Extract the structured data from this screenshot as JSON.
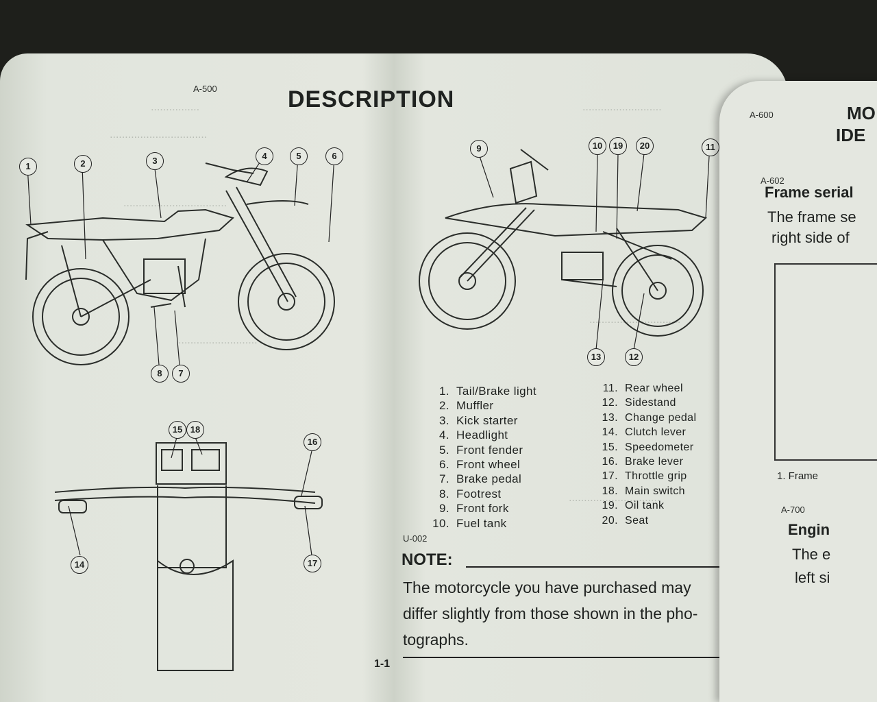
{
  "page": {
    "section_code": "A-500",
    "title": "DESCRIPTION",
    "page_number": "1-1"
  },
  "figure_left": {
    "callouts": [
      "1",
      "2",
      "3",
      "4",
      "5",
      "6",
      "7",
      "8"
    ]
  },
  "figure_right": {
    "callouts": [
      "9",
      "10",
      "19",
      "20",
      "11",
      "12",
      "13"
    ]
  },
  "figure_bottom": {
    "callouts": [
      "15",
      "18",
      "16",
      "14",
      "17"
    ]
  },
  "legend": {
    "col1": [
      {
        "num": "1.",
        "label": "Tail/Brake light"
      },
      {
        "num": "2.",
        "label": "Muffler"
      },
      {
        "num": "3.",
        "label": "Kick starter"
      },
      {
        "num": "4.",
        "label": "Headlight"
      },
      {
        "num": "5.",
        "label": "Front fender"
      },
      {
        "num": "6.",
        "label": "Front wheel"
      },
      {
        "num": "7.",
        "label": "Brake pedal"
      },
      {
        "num": "8.",
        "label": "Footrest"
      },
      {
        "num": "9.",
        "label": "Front fork"
      },
      {
        "num": "10.",
        "label": "Fuel tank"
      }
    ],
    "col2": [
      {
        "num": "11.",
        "label": "Rear wheel"
      },
      {
        "num": "12.",
        "label": "Sidestand"
      },
      {
        "num": "13.",
        "label": "Change pedal"
      },
      {
        "num": "14.",
        "label": "Clutch lever"
      },
      {
        "num": "15.",
        "label": "Speedometer"
      },
      {
        "num": "16.",
        "label": "Brake lever"
      },
      {
        "num": "17.",
        "label": "Throttle grip"
      },
      {
        "num": "18.",
        "label": "Main switch"
      },
      {
        "num": "19.",
        "label": "Oil tank"
      },
      {
        "num": "20.",
        "label": "Seat"
      }
    ]
  },
  "note": {
    "code": "U-002",
    "label": "NOTE:",
    "lines": [
      "The motorcycle you have purchased may",
      "differ slightly from those shown in the pho-",
      "tographs."
    ]
  },
  "right_page": {
    "code1": "A-600",
    "heading_line1": "MO",
    "heading_line2": "IDE",
    "code2": "A-602",
    "frame_title": "Frame serial",
    "frame_text1": "The frame se",
    "frame_text2": "right side of",
    "caption": "1.  Frame",
    "code3": "A-700",
    "engine_title": "Engin",
    "engine_text1": "The e",
    "engine_text2": "left si"
  },
  "colors": {
    "paper": "#dfe3db",
    "ink": "#1f2220",
    "background": "#1e1f1b"
  }
}
